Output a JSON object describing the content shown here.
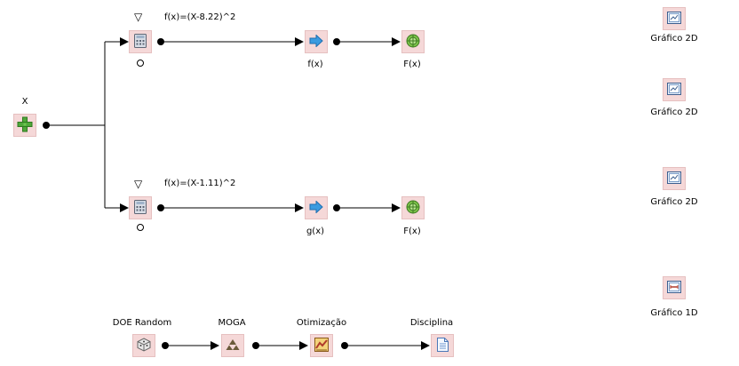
{
  "input_node": {
    "label": "X",
    "icon": "plus-icon"
  },
  "branches": [
    {
      "formula": "f(x)=(X-8.22)^2",
      "calc_icon": "calculator-icon",
      "out_label": "f(x)",
      "out_icon": "arrow-right-icon",
      "obj_label": "F(x)",
      "obj_icon": "target-icon"
    },
    {
      "formula": "f(x)=(X-1.11)^2",
      "calc_icon": "calculator-icon",
      "out_label": "g(x)",
      "out_icon": "arrow-right-icon",
      "obj_label": "F(x)",
      "obj_icon": "target-icon"
    }
  ],
  "pipeline": [
    {
      "label": "DOE Random",
      "icon": "dice-icon"
    },
    {
      "label": "MOGA",
      "icon": "pyramid-icon"
    },
    {
      "label": "Otimização",
      "icon": "optimization-icon"
    },
    {
      "label": "Disciplina",
      "icon": "document-icon"
    }
  ],
  "graphs": [
    {
      "label": "Gráfico 2D",
      "icon": "chart-2d-icon"
    },
    {
      "label": "Gráfico 2D",
      "icon": "chart-2d-icon"
    },
    {
      "label": "Gráfico 2D",
      "icon": "chart-2d-icon"
    },
    {
      "label": "Gráfico 1D",
      "icon": "chart-1d-icon"
    }
  ]
}
